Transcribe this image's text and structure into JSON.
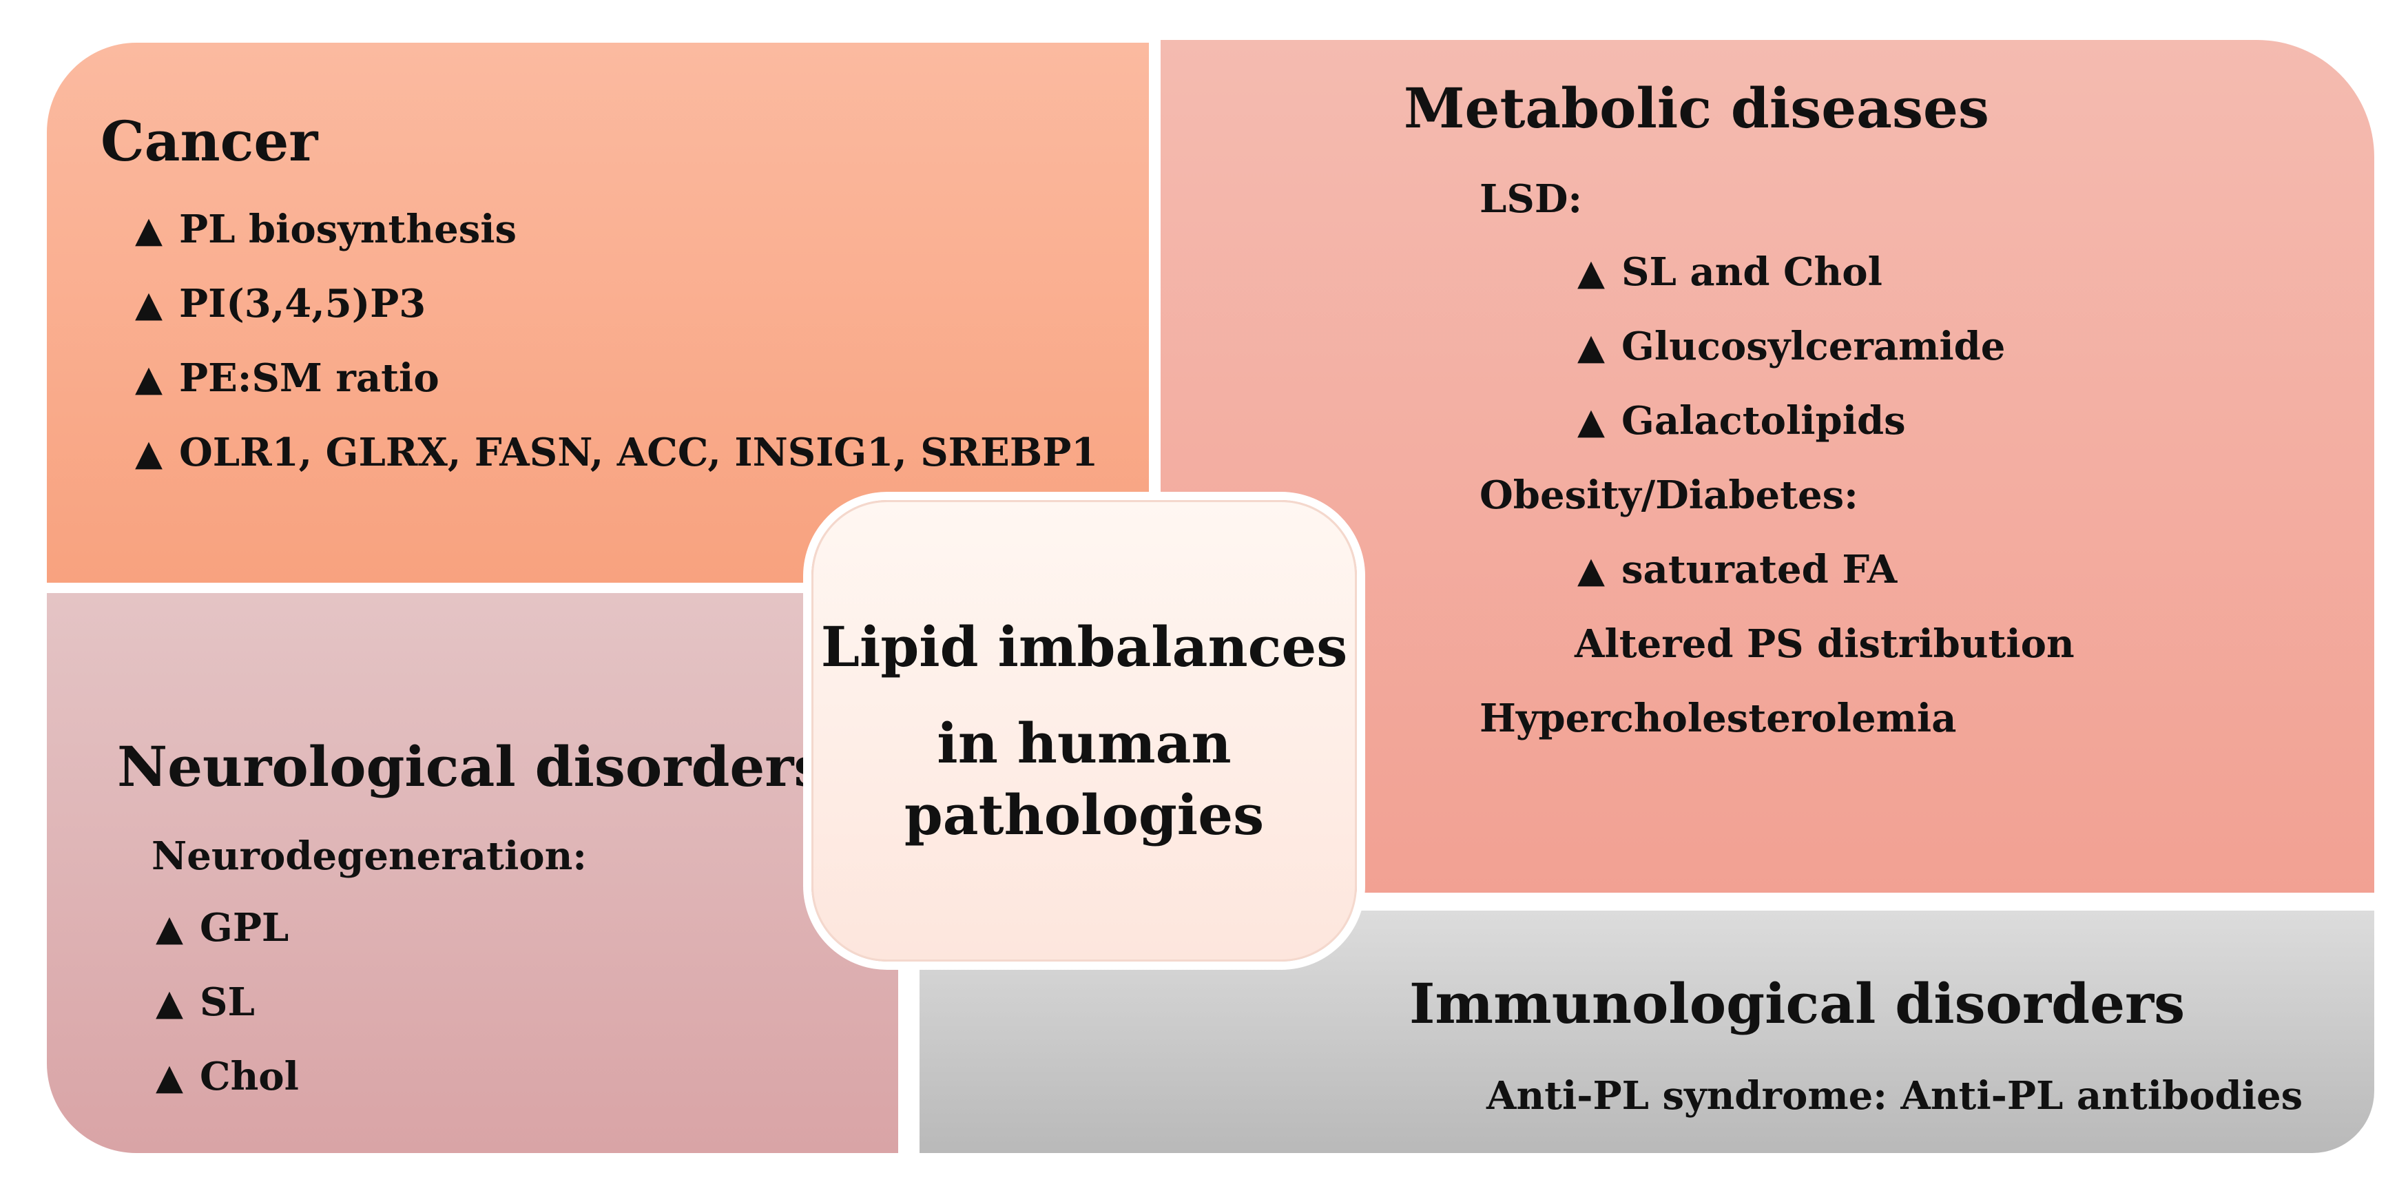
{
  "center": {
    "line1": "Lipid imbalances",
    "line2": "in  human",
    "line3": "pathologies"
  },
  "cancer": {
    "title": "Cancer",
    "items": [
      "PL biosynthesis",
      "PI(3,4,5)P3",
      "PE:SM ratio",
      "OLR1, GLRX, FASN, ACC, INSIG1, SREBP1"
    ]
  },
  "metabolic": {
    "title": "Metabolic diseases",
    "lsd_label": "LSD:",
    "lsd_items": [
      "SL and Chol",
      "Glucosylceramide",
      "Galactolipids"
    ],
    "obesity_label": "Obesity/Diabetes:",
    "obesity_item": "saturated FA",
    "obesity_note": "Altered PS distribution",
    "hyper_label": "Hypercholesterolemia"
  },
  "neuro": {
    "title": "Neurological disorders",
    "sub_label": "Neurodegeneration:",
    "items": [
      "GPL",
      "SL",
      "Chol"
    ]
  },
  "immuno": {
    "title": "Immunological disorders",
    "sub_label": "Anti-PL syndrome: Anti-PL antibodies"
  },
  "icons": {
    "increase": "▲"
  }
}
